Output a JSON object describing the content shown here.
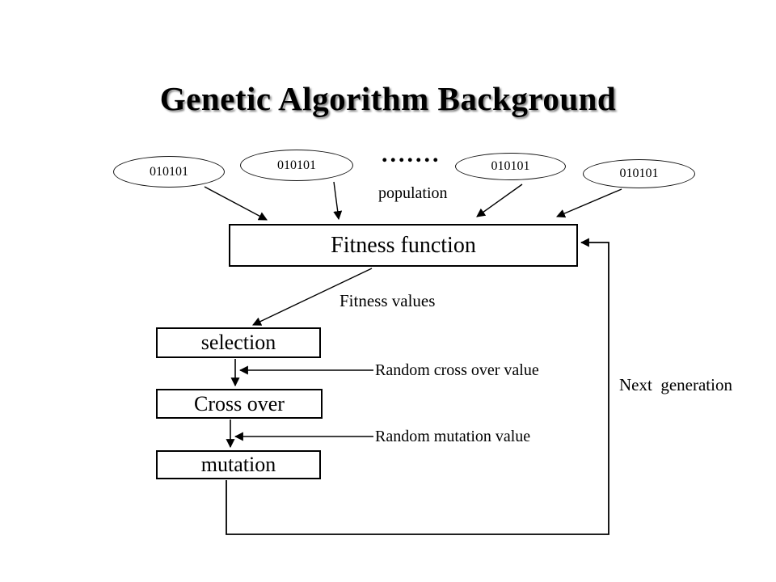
{
  "slide": {
    "title": "Genetic Algorithm Background",
    "population": {
      "chromosomes": [
        "010101",
        "010101",
        "010101",
        "010101"
      ],
      "dots": ".......",
      "label": "population"
    },
    "process": {
      "fitness_function": "Fitness function",
      "selection": "selection",
      "cross_over": "Cross over",
      "mutation": "mutation"
    },
    "annotations": {
      "fitness_values": "Fitness values",
      "random_cross_over_value": "Random cross over value",
      "random_mutation_value": "Random mutation value",
      "next_generation": "Next  generation"
    },
    "colors": {
      "background": "#ffffff",
      "line": "#000000",
      "text": "#000000"
    }
  }
}
